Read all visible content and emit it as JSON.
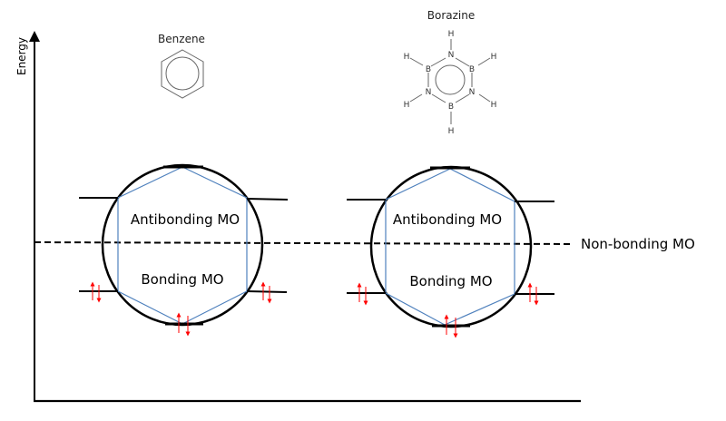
{
  "axis": {
    "y_label": "Energy"
  },
  "molecules": [
    {
      "id": "benzene",
      "name": "Benzene",
      "atoms": []
    },
    {
      "id": "borazine",
      "name": "Borazine",
      "ring_atoms": [
        "N",
        "B",
        "N",
        "B",
        "N",
        "B"
      ],
      "hydrogen_label": "H"
    }
  ],
  "mo_diagrams": [
    {
      "molecule": "benzene",
      "antibonding_label": "Antibonding MO",
      "bonding_label": "Bonding MO",
      "occupied_levels": 3,
      "electrons_per_level": 2
    },
    {
      "molecule": "borazine",
      "antibonding_label": "Antibonding MO",
      "bonding_label": "Bonding MO",
      "occupied_levels": 3,
      "electrons_per_level": 2
    }
  ],
  "nonbonding_label": "Non-bonding MO",
  "colors": {
    "axis": "#000000",
    "circle": "#000000",
    "hexagon": "#4f81bd",
    "electron": "#ff0000",
    "structure": "#555555"
  }
}
